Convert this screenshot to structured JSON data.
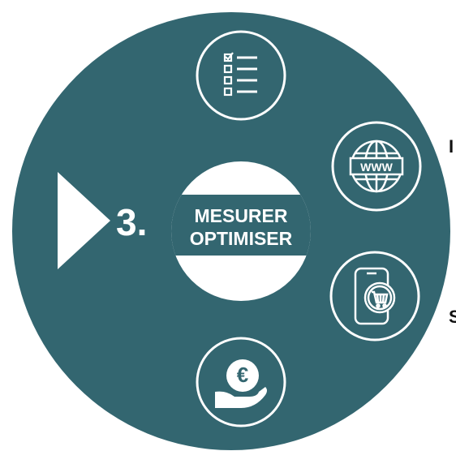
{
  "step": {
    "number": "3.",
    "title_line1": "MESURER",
    "title_line2": "OPTIMISER"
  },
  "cropped_edge_text": [
    "I",
    "S"
  ],
  "icons": [
    {
      "name": "checklist-icon"
    },
    {
      "name": "globe-www-icon",
      "label": "WWW"
    },
    {
      "name": "mobile-cart-icon"
    },
    {
      "name": "euro-coin-hand-icon",
      "label": "€"
    }
  ],
  "colors": {
    "circle": "#336670",
    "background": "#ffffff",
    "icon_stroke": "#ffffff",
    "edge_text": "#111111"
  }
}
